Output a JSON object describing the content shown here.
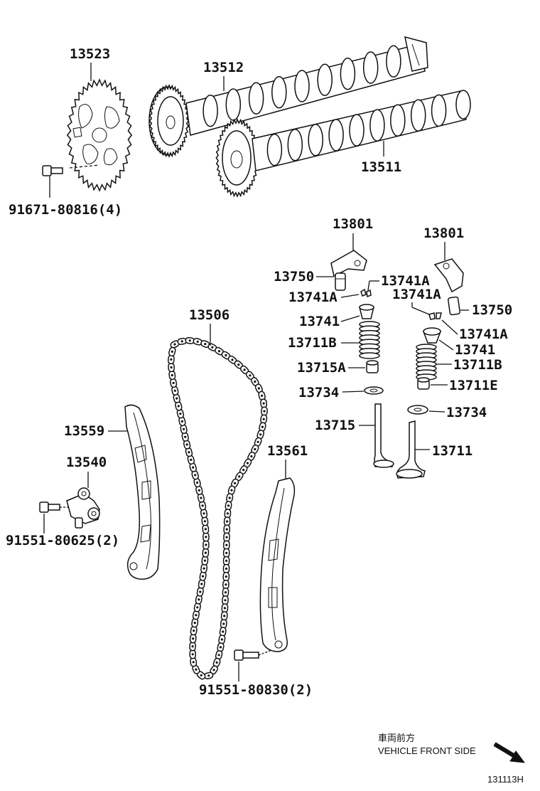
{
  "labels": {
    "p13523": "13523",
    "p13512": "13512",
    "p13511": "13511",
    "bolt_cam": "91671-80816(4)",
    "p13801_a": "13801",
    "p13801_b": "13801",
    "p13750_a": "13750",
    "p13741a_1": "13741A",
    "p13741a_2": "13741A",
    "p13741a_3": "13741A",
    "p13741a_4": "13741A",
    "p13750_b": "13750",
    "p13741_a": "13741",
    "p13741_b": "13741",
    "p13711b_a": "13711B",
    "p13711b_b": "13711B",
    "p13715a": "13715A",
    "p13711e": "13711E",
    "p13734_a": "13734",
    "p13734_b": "13734",
    "p13715": "13715",
    "p13711": "13711",
    "p13506": "13506",
    "p13559": "13559",
    "p13540": "13540",
    "bolt_tensioner": "91551-80625(2)",
    "p13561": "13561",
    "bolt_guide": "91551-80830(2)"
  },
  "front_direction": {
    "japanese": "車両前方",
    "english": "VEHICLE FRONT SIDE"
  },
  "figure_code": "131113H"
}
